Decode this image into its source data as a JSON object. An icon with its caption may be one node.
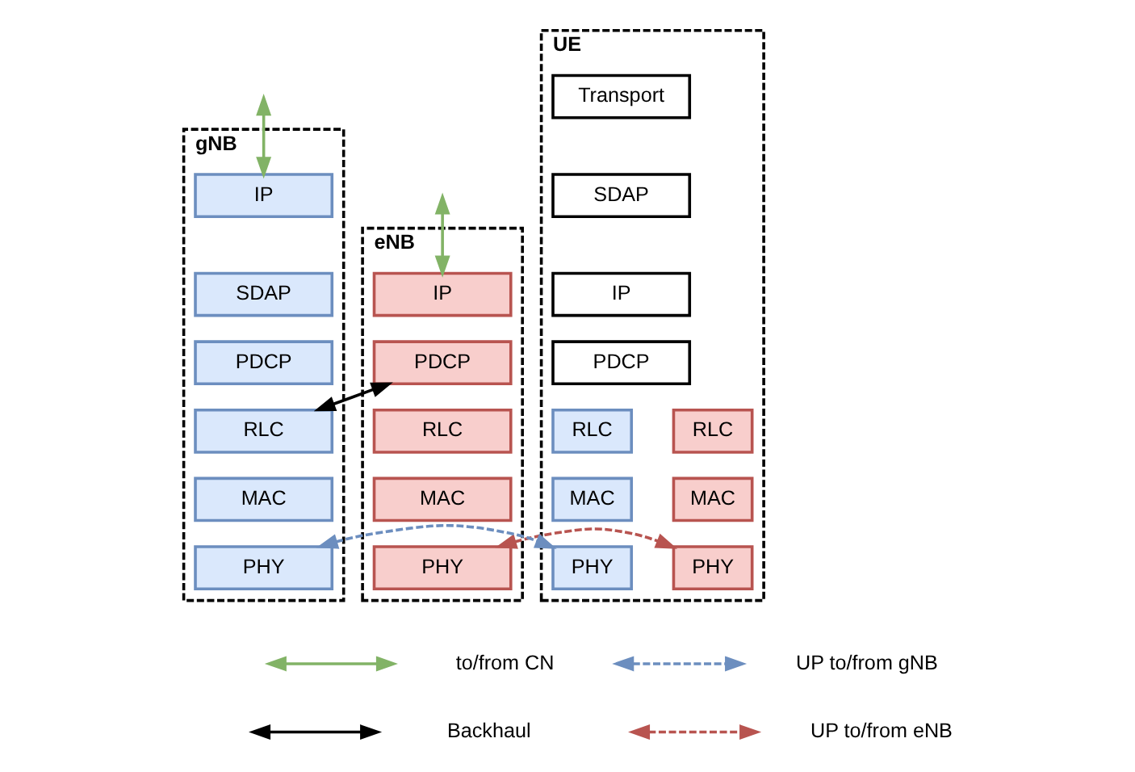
{
  "diagram": {
    "nodes": [
      {
        "text": [
          "eNB"
        ]
      },
      {
        "text": [
          "IP"
        ],
        "in": 0
      },
      {
        "text": [
          "PDCP"
        ],
        "in": 0
      },
      {
        "text": [
          "RLC"
        ],
        "in": 0
      },
      {
        "text": [
          "MAC"
        ],
        "in": 0
      },
      {
        "text": [
          "PHY"
        ],
        "in": 0
      },
      {
        "text": [
          "gNB"
        ]
      },
      {
        "text": [
          "IP"
        ],
        "in": 6
      },
      {
        "text": [
          "SDAP"
        ],
        "in": 6
      },
      {
        "text": [
          "PDCP"
        ],
        "in": 6
      },
      {
        "text": [
          "RLC"
        ],
        "in": 6
      },
      {
        "text": [
          "MAC"
        ],
        "in": 6
      },
      {
        "text": [
          "PHY"
        ],
        "in": 6
      },
      {
        "text": [
          "UE"
        ]
      },
      {
        "text": [
          "Transport"
        ],
        "in": 13
      },
      {
        "text": [
          "SDAP"
        ],
        "in": 13
      },
      {
        "text": [
          "IP"
        ],
        "in": 13
      },
      {
        "text": [
          "PDCP"
        ],
        "in": 13
      },
      {
        "text": [
          "RLC"
        ],
        "in": 13
      },
      {
        "text": [
          "RLC"
        ],
        "in": 13
      },
      {
        "text": [
          "MAC"
        ],
        "in": 13
      },
      {
        "text": [
          "MAC"
        ],
        "in": 13
      },
      {
        "text": [
          "PHY"
        ],
        "in": 13
      },
      {
        "text": [
          "PHY"
        ],
        "in": 13
      }
    ],
    "edges": [
      {
        "from": null,
        "to": 1,
        "arrow": "both",
        "color": "#82b366"
      },
      {
        "from": null,
        "to": 7,
        "arrow": "both",
        "color": "#82b366"
      },
      {
        "from": 2,
        "to": 10,
        "arrow": "both",
        "color": "#000000"
      },
      {
        "from": 5,
        "to": 22,
        "arrow": "both",
        "style": "dashed",
        "color": "#b85450"
      },
      {
        "from": 12,
        "to": 23,
        "arrow": "both",
        "style": "dashed",
        "color": "#6c8ebf"
      }
    ],
    "legend": [
      {
        "text": "to/from CN"
      },
      {
        "text": "UP to/from gNB"
      },
      {
        "text": "Backhaul"
      },
      {
        "text": "UP to/from eNB"
      }
    ]
  }
}
